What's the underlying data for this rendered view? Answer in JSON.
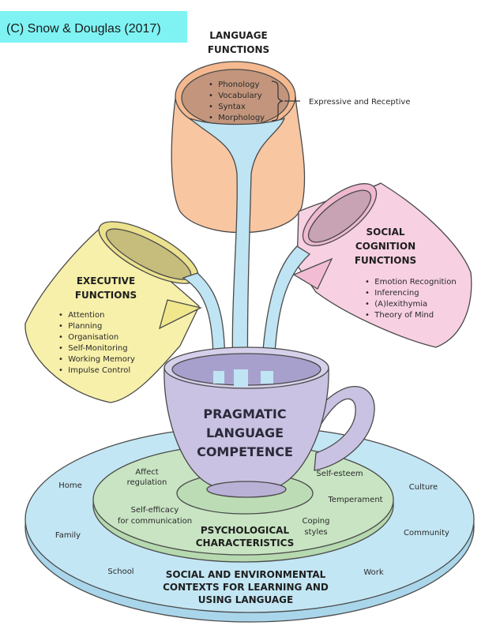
{
  "copyright": "(C) Snow & Douglas (2017)",
  "language": {
    "title_lines": [
      "LANGUAGE",
      "FUNCTIONS"
    ],
    "items": [
      "Phonology",
      "Vocabulary",
      "Syntax",
      "Morphology"
    ],
    "bracket_label": "Expressive and Receptive"
  },
  "social": {
    "title_lines": [
      "SOCIAL",
      "COGNITION",
      "FUNCTIONS"
    ],
    "items": [
      "Emotion Recognition",
      "Inferencing",
      "(A)lexithymia",
      "Theory of Mind"
    ]
  },
  "executive": {
    "title_lines": [
      "EXECUTIVE",
      "FUNCTIONS"
    ],
    "items": [
      "Attention",
      "Planning",
      "Organisation",
      "Self-Monitoring",
      "Working Memory",
      "Impulse Control"
    ]
  },
  "cup": {
    "title_lines": [
      "PRAGMATIC",
      "LANGUAGE",
      "COMPETENCE"
    ]
  },
  "psychological": {
    "title_lines": [
      "PSYCHOLOGICAL",
      "CHARACTERISTICS"
    ],
    "affect_lines": [
      "Affect",
      "regulation"
    ],
    "self_efficacy_lines": [
      "Self-efficacy",
      "for communication"
    ],
    "self_esteem": "Self-esteem",
    "temperament": "Temperament",
    "coping_lines": [
      "Coping",
      "styles"
    ]
  },
  "contexts": {
    "title_lines": [
      "SOCIAL AND ENVIRONMENTAL",
      "CONTEXTS FOR LEARNING AND",
      "USING LANGUAGE"
    ],
    "home": "Home",
    "family": "Family",
    "school": "School",
    "work": "Work",
    "culture": "Culture",
    "community": "Community"
  },
  "colors": {
    "outer_plate": "#c3e6f4",
    "inner_plate": "#c8e4c2",
    "cup": "#c9c2e2",
    "language_jug": "#f9c6a2",
    "language_liquid": "#c2957c",
    "social_jug": "#f7d0e2",
    "executive_jug": "#f7f0aa",
    "stream": "#bfe4f3",
    "copyright_bg": "#7ff3f3"
  }
}
